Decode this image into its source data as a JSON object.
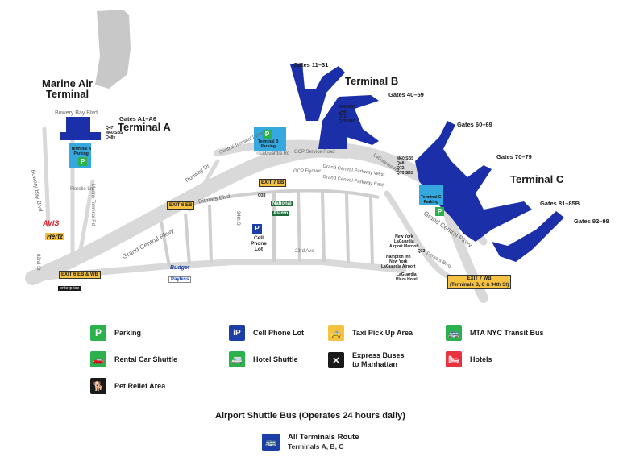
{
  "terminals": {
    "marine_air": "Marine Air\nTerminal",
    "a": "Terminal A",
    "b": "Terminal B",
    "c": "Terminal C"
  },
  "gates": {
    "a1_a6": "Gates A1–A6",
    "g11_31": "Gates 11–31",
    "g40_59": "Gates 40–59",
    "g60_69": "Gates 60–69",
    "g70_79": "Gates 70–79",
    "g81_85b": "Gates 81–85B",
    "g92_98": "Gates 92–98"
  },
  "bus_routes": {
    "a": [
      "Q47",
      "M60 SBS",
      "Q48v"
    ],
    "b": [
      "M60 SBS",
      "Q48",
      "Q72",
      "Q70 SBS"
    ],
    "c": [
      "M60 SBS",
      "Q48",
      "Q72",
      "Q70 SBS"
    ]
  },
  "parking": {
    "a": "Terminal A\nParking",
    "b": "Terminal B\nParking",
    "c": "Terminal C\nParking",
    "cell": "Cell\nPhone\nLot"
  },
  "roads": {
    "bowery_bay": "Bowery Bay Blvd",
    "bowery_bay_2": "Bowery Bay Blvd",
    "marine_terminal": "Marine Terminal Rd",
    "runway": "Runway Dr",
    "ditmars": "Ditmars Blvd",
    "gcp_main": "Grand Central Pkwy",
    "gcp_c": "Grand Central Pkwy",
    "central_terminal": "Central Terminal Drive",
    "laguardia_rd": "LaGuardia Rd",
    "laguardia_rd_2": "LaGuardia Rd",
    "gcp_service": "GCP Service Road",
    "gcp_flyover": "GCP Flyover",
    "gcp_west": "Grand Central Parkway West",
    "gcp_east": "Grand Central Parkway East",
    "94th": "94th St",
    "23rd": "23rd Ave",
    "82nd": "82nd St",
    "florelio": "Florelio Ln",
    "ditmars_c": "Ditmars Blvd"
  },
  "exits": {
    "e6eb": "EXIT 6 EB",
    "e7eb": "EXIT 7 EB",
    "e6ebwb": "EXIT 6 EB & WB",
    "e7wb": "EXIT 7 WB\n(Terminals B, C & 94th St)"
  },
  "places": {
    "q33": "Q33",
    "q33b": "Q33",
    "national": "National",
    "alamo": "Alamo",
    "avis": "AVIS",
    "hertz": "Hertz",
    "budget": "Budget",
    "payless": "Payless",
    "enterprise": "enterprise",
    "hotel1": "New York\nLaGuardia\nAirport Marriott",
    "hotel2": "Hampton Inn\nNew York\nLaGuardia Airport",
    "hotel3": "LaGuardia\nPlaza Hotel"
  },
  "legend": [
    {
      "label": "Parking",
      "icon": "parking-icon",
      "color": "#2bb24c",
      "glyph": "P"
    },
    {
      "label": "Cell Phone Lot",
      "icon": "cell-phone-lot-icon",
      "color": "#1b3ea8",
      "glyph": "iP"
    },
    {
      "label": "Taxi Pick Up Area",
      "icon": "taxi-icon",
      "color": "#f5c242",
      "glyph": "🚕"
    },
    {
      "label": "MTA NYC Transit Bus",
      "icon": "transit-bus-icon",
      "color": "#2bb24c",
      "glyph": "🚌"
    },
    {
      "label": "Rental Car Shuttle",
      "icon": "rental-car-shuttle-icon",
      "color": "#2bb24c",
      "glyph": "🚗"
    },
    {
      "label": "Hotel Shuttle",
      "icon": "hotel-shuttle-icon",
      "color": "#2bb24c",
      "glyph": "🚐"
    },
    {
      "label": "Express Buses\nto Manhattan",
      "icon": "express-bus-icon",
      "color": "#1a1a1a",
      "glyph": "✕"
    },
    {
      "label": "Hotels",
      "icon": "hotel-icon",
      "color": "#e8333e",
      "glyph": "🛏"
    },
    {
      "label": "Pet Relief Area",
      "icon": "pet-relief-icon",
      "color": "#1a1a1a",
      "glyph": "🐕"
    }
  ],
  "shuttle": {
    "title": "Airport Shuttle Bus (Operates 24 hours daily)",
    "route_title": "All Terminals Route",
    "route_sub": "Terminals A, B, C",
    "color": "#1b3ea8"
  },
  "colors": {
    "terminal": "#1b2fa8",
    "parking": "#35a8e0",
    "runway": "#c8c8c8",
    "road": "#d9d9d9"
  }
}
